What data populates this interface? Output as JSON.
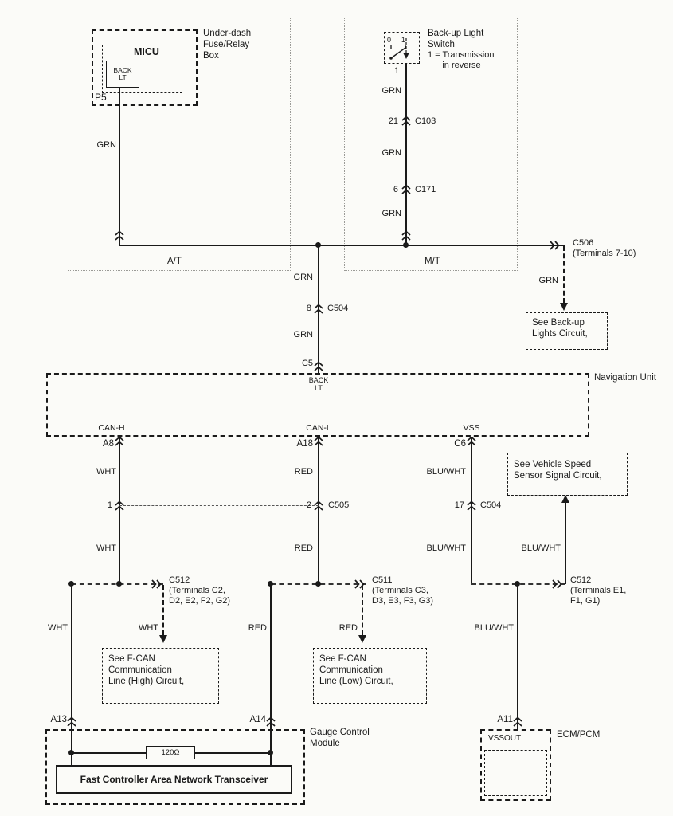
{
  "diagram": {
    "fuse_box": {
      "title": "Under-dash\nFuse/Relay\nBox",
      "micu": "MICU",
      "back_lt": "BACK\nLT",
      "pin": "P5",
      "wire": "GRN"
    },
    "sections": {
      "at": "A/T",
      "mt": "M/T"
    },
    "switch": {
      "title": "Back-up Light\nSwitch",
      "note": "1 = Transmission\n      in reverse",
      "pos0": "0",
      "pos1": "1",
      "pin": "1",
      "wire1": "GRN",
      "c103_pin": "21",
      "c103": "C103",
      "wire2": "GRN",
      "c171_pin": "6",
      "c171": "C171",
      "wire3": "GRN"
    },
    "c506": {
      "name": "C506",
      "terminals": "(Terminals 7-10)",
      "wire": "GRN",
      "ref": "See Back-up\nLights Circuit,"
    },
    "trunk": {
      "wire1": "GRN",
      "c504_pin": "8",
      "c504": "C504",
      "wire2": "GRN",
      "pin": "C5"
    },
    "nav": {
      "title": "Navigation Unit",
      "back_lt": "BACK\nLT",
      "can_h": "CAN-H",
      "can_l": "CAN-L",
      "vss": "VSS",
      "pin_a8": "A8",
      "pin_a18": "A18",
      "pin_c6": "C6"
    },
    "can_h": {
      "wire1": "WHT",
      "pin": "1",
      "wire2": "WHT",
      "branch_wire": "WHT",
      "wire3": "WHT",
      "c512": "C512",
      "c512_terms": "(Terminals C2,\nD2, E2, F2, G2)",
      "ref": "See F-CAN\nCommunication\nLine (High) Circuit,",
      "pin_a13": "A13"
    },
    "can_l": {
      "wire1": "RED",
      "pin": "2",
      "c505": "C505",
      "wire2": "RED",
      "branch_wire": "RED",
      "wire3": "RED",
      "c511": "C511",
      "c511_terms": "(Terminals C3,\nD3, E3, F3, G3)",
      "ref": "See F-CAN\nCommunication\nLine (Low) Circuit,",
      "pin_a14": "A14"
    },
    "vss": {
      "wire1": "BLU/WHT",
      "pin": "17",
      "c504": "C504",
      "wire2": "BLU/WHT",
      "arrow_wire": "BLU/WHT",
      "wire3": "BLU/WHT",
      "c512": "C512",
      "c512_terms": "(Terminals E1,\nF1, G1)",
      "ref": "See Vehicle Speed\nSensor Signal Circuit,",
      "pin_a11": "A11"
    },
    "gauge": {
      "title": "Gauge Control\nModule",
      "resistor": "120Ω",
      "transceiver": "Fast Controller Area Network Transceiver"
    },
    "ecm": {
      "title": "ECM/PCM",
      "terminal": "VSSOUT"
    }
  }
}
